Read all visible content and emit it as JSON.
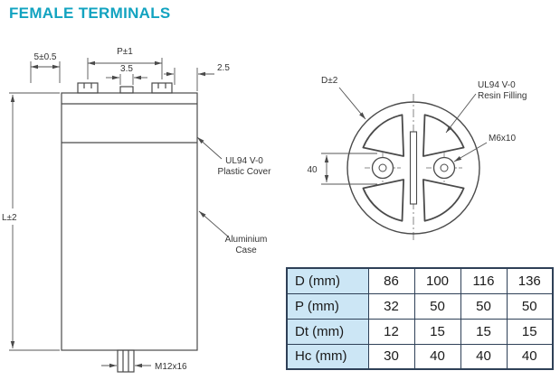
{
  "title": "FEMALE TERMINALS",
  "colors": {
    "accent": "#12a3c0",
    "table_header_bg": "#cce6f5",
    "table_border": "#2e4057",
    "drawing_line": "#4a4a4a"
  },
  "side_view": {
    "flange_dim": "5±0.5",
    "pitch_dim": "P±1",
    "terminal_width_dim": "3.5",
    "edge_dim": "2.5",
    "length_dim": "L±2",
    "cover_label": [
      "UL94 V-0",
      "Plastic Cover"
    ],
    "case_label": [
      "Aluminium",
      "Case"
    ],
    "stud_label": "M12x16"
  },
  "top_view": {
    "diameter_dim": "D±2",
    "resin_label": [
      "UL94 V-0",
      "Resin Filling"
    ],
    "terminal_label": "M6x10",
    "spacing_dim": "40"
  },
  "table": {
    "rows": [
      {
        "label": "D (mm)",
        "values": [
          "86",
          "100",
          "116",
          "136"
        ]
      },
      {
        "label": "P (mm)",
        "values": [
          "32",
          "50",
          "50",
          "50"
        ]
      },
      {
        "label": "Dt (mm)",
        "values": [
          "12",
          "15",
          "15",
          "15"
        ]
      },
      {
        "label": "Hc (mm)",
        "values": [
          "30",
          "40",
          "40",
          "40"
        ]
      }
    ]
  }
}
